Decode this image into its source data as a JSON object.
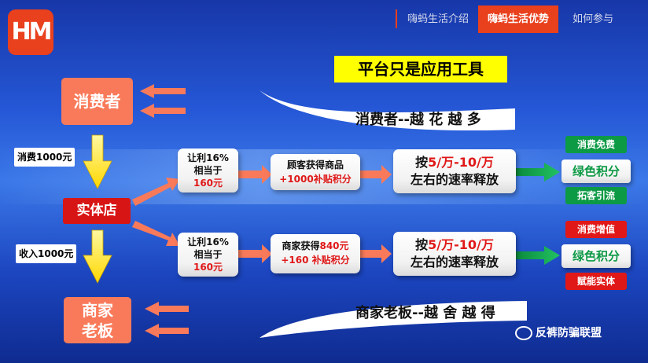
{
  "logo": {
    "text": "HM"
  },
  "nav": {
    "items": [
      "嗨蚂生活介绍",
      "嗨蚂生活优势",
      "如何参与"
    ],
    "active_index": 1
  },
  "slogan": "平台只是应用工具",
  "consumer": {
    "label": "消费者",
    "motto": "消费者--越 花 越 多",
    "spend_tag": "消费1000元"
  },
  "store": {
    "label": "实体店",
    "income_tag": "收入1000元"
  },
  "merchant": {
    "label_line1": "商家",
    "label_line2": "老板",
    "motto": "商家老板--越 舍 越 得"
  },
  "top_flow": {
    "profit": {
      "line1": "让利16%",
      "line2": "相当于",
      "line3": "160元"
    },
    "gain": {
      "line1": "顾客获得商品",
      "line2": "+1000补贴积分"
    },
    "release": {
      "line1_a": "按",
      "line1_b": "5/万-10/万",
      "line2": "左右的速率释放"
    },
    "result": "绿色积分",
    "benefit_1": "消费免费",
    "benefit_2": "拓客引流"
  },
  "bottom_flow": {
    "profit": {
      "line1": "让利16%",
      "line2": "相当于",
      "line3": "160元"
    },
    "gain": {
      "line1_a": "商家获得",
      "line1_b": "840元",
      "line2": "+160 补贴积分"
    },
    "release": {
      "line1_a": "按",
      "line1_b": "5/万-10/万",
      "line2": "左右的速率释放"
    },
    "result": "绿色积分",
    "benefit_1": "消费增值",
    "benefit_2": "赋能实体"
  },
  "watermark": "反裤防骗联盟",
  "colors": {
    "accent_orange": "#f97a5a",
    "nav_red": "#e9401d",
    "flow_green": "#0d9a45",
    "highlight_red": "#e01818",
    "slogan_yellow": "#ffff00"
  }
}
